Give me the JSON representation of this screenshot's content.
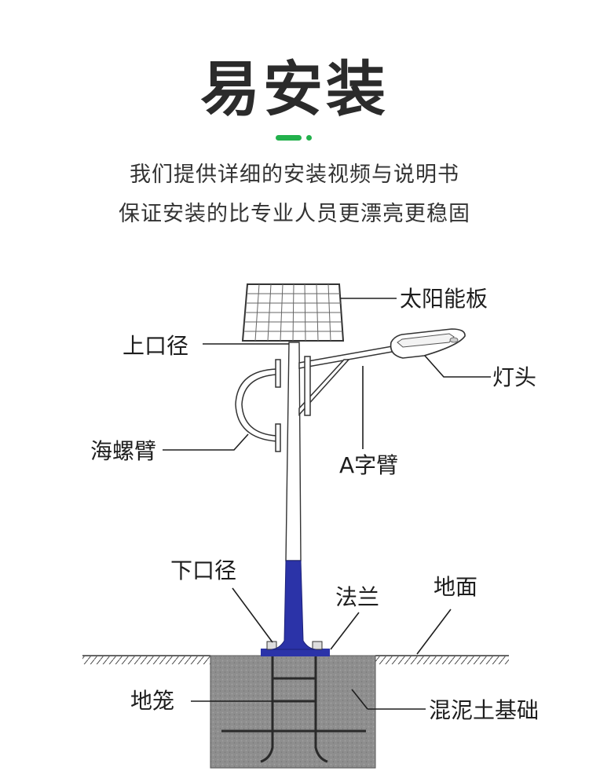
{
  "header": {
    "title": "易安装",
    "subtitle_line1": "我们提供详细的安装视频与说明书",
    "subtitle_line2": "保证安装的比专业人员更漂亮更稳固"
  },
  "diagram": {
    "labels": {
      "solar_panel": "太阳能板",
      "top_diameter": "上口径",
      "lamp_head": "灯头",
      "sea_snail_arm": "海螺臂",
      "a_arm": "A字臂",
      "bottom_diameter": "下口径",
      "flange": "法兰",
      "ground": "地面",
      "ground_cage": "地笼",
      "concrete_foundation": "混泥土基础"
    }
  },
  "colors": {
    "accent": "#22b14c",
    "pole_base": "#2b33a8",
    "concrete": "#8c8c8c",
    "line": "#1e1e1e"
  }
}
